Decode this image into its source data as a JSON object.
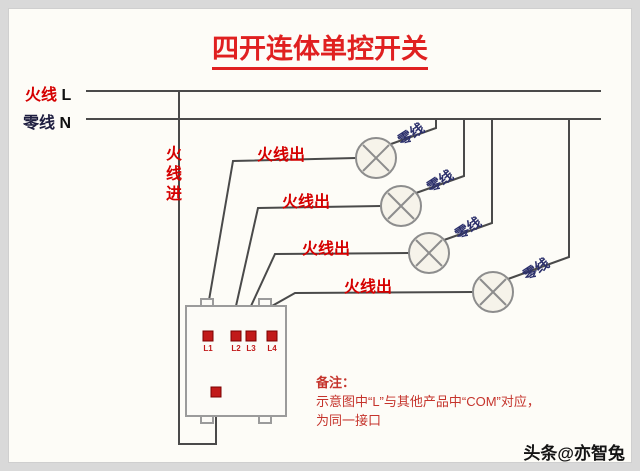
{
  "title": "四开连体单控开关",
  "wires": {
    "live_cn": "火线",
    "live_letter": "L",
    "neutral_cn": "零线",
    "neutral_letter": "N",
    "live_in": "火线进",
    "live_out": [
      "火线出",
      "火线出",
      "火线出",
      "火线出"
    ],
    "neutral_out": [
      "零线",
      "零线",
      "零线",
      "零线"
    ]
  },
  "switch_box": {
    "terminals": [
      "L1",
      "L2",
      "L3",
      "L4"
    ]
  },
  "note": {
    "heading": "备注：",
    "line1": "示意图中“L”与其他产品中“COM”对应，",
    "line2": "为同一接口"
  },
  "watermark": "头条@亦智兔",
  "colors": {
    "red": "#d50000",
    "neutral_blue": "#2b2f6b",
    "wire": "#4a4a4a"
  }
}
